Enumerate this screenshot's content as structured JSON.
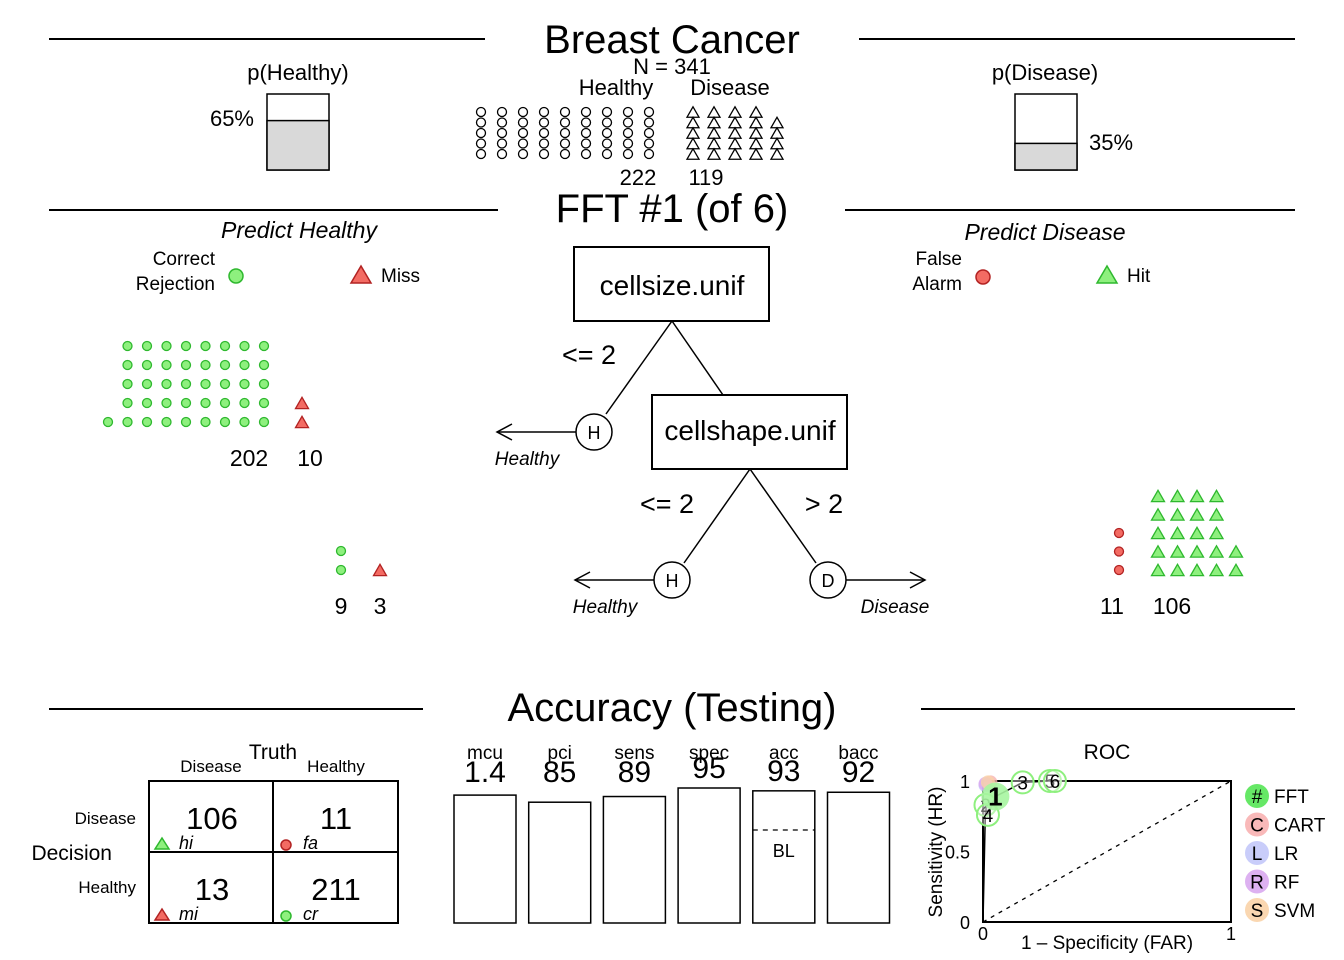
{
  "title": "Breast Cancer",
  "population": {
    "n_label": "N = 341",
    "healthy_label": "Healthy",
    "disease_label": "Disease",
    "healthy_count": "222",
    "disease_count": "119",
    "healthy_icons": 45,
    "disease_icons": 24
  },
  "p_healthy": {
    "label": "p(Healthy)",
    "value_label": "65%",
    "fraction": 0.65
  },
  "p_disease": {
    "label": "p(Disease)",
    "value_label": "35%",
    "fraction": 0.35
  },
  "tree": {
    "title": "FFT #1 (of 6)",
    "nodes": [
      {
        "cue": "cellsize.unif",
        "left_threshold": "<= 2",
        "exit_symbol": "H",
        "exit_label": "Healthy"
      },
      {
        "cue": "cellshape.unif",
        "left_threshold": "<= 2",
        "right_threshold": "> 2",
        "exit_symbol": "H",
        "exit_label": "Healthy",
        "right_symbol": "D",
        "right_label": "Disease"
      }
    ]
  },
  "predict_healthy": {
    "title": "Predict Healthy",
    "legend_cr": "Correct\nRejection",
    "legend_cr_line1": "Correct",
    "legend_cr_line2": "Rejection",
    "legend_miss": "Miss",
    "level1": {
      "cr_count": "202",
      "miss_count": "10",
      "cr_icons": 41,
      "miss_icons": 2
    },
    "level2": {
      "cr_count": "9",
      "miss_count": "3",
      "cr_icons": 2,
      "miss_icons": 1
    }
  },
  "predict_disease": {
    "title": "Predict Disease",
    "legend_fa_line1": "False",
    "legend_fa_line2": "Alarm",
    "legend_hit": "Hit",
    "fa_count": "11",
    "hit_count": "106",
    "fa_icons": 3,
    "hit_icons": 22
  },
  "accuracy": {
    "title": "Accuracy (Testing)",
    "confusion": {
      "truth_label": "Truth",
      "decision_label": "Decision",
      "col_disease": "Disease",
      "col_healthy": "Healthy",
      "row_disease": "Disease",
      "row_healthy": "Healthy",
      "hi": "106",
      "hi_label": "hi",
      "fa": "11",
      "fa_label": "fa",
      "mi": "13",
      "mi_label": "mi",
      "cr": "211",
      "cr_label": "cr"
    },
    "bars": [
      {
        "name": "mcu",
        "value_label": "1.4",
        "level": 0.9
      },
      {
        "name": "pci",
        "value_label": "85",
        "level": 0.85
      },
      {
        "name": "sens",
        "value_label": "89",
        "level": 0.89
      },
      {
        "name": "spec",
        "value_label": "95",
        "level": 0.95
      },
      {
        "name": "acc",
        "value_label": "93",
        "level": 0.93,
        "baseline": 0.65,
        "baseline_label": "BL"
      },
      {
        "name": "bacc",
        "value_label": "92",
        "level": 0.92
      }
    ]
  },
  "colors": {
    "green_fill": "#8EF07E",
    "green_stroke": "#2EB82E",
    "red_fill": "#F36B63",
    "red_stroke": "#B22222",
    "grey_fill": "#D9D9D9"
  },
  "chart_data": {
    "type": "scatter",
    "title": "ROC",
    "xlabel": "1 – Specificity (FAR)",
    "ylabel": "Sensitivity (HR)",
    "xlim": [
      0,
      1
    ],
    "ylim": [
      0,
      1
    ],
    "x_ticks": [
      "0",
      "1"
    ],
    "y_ticks": [
      "0",
      "0.5",
      "1"
    ],
    "legend_position": "right",
    "legend": [
      {
        "symbol": "#",
        "name": "FFT",
        "color": "#55E655"
      },
      {
        "symbol": "C",
        "name": "CART",
        "color": "#F8B1B1"
      },
      {
        "symbol": "L",
        "name": "LR",
        "color": "#C3C8FA"
      },
      {
        "symbol": "R",
        "name": "RF",
        "color": "#D9A8F0"
      },
      {
        "symbol": "S",
        "name": "SVM",
        "color": "#FAD3A8"
      }
    ],
    "series": [
      {
        "name": "FFT",
        "points": [
          {
            "label": "1",
            "x": 0.05,
            "y": 0.89
          },
          {
            "label": "2",
            "x": 0.01,
            "y": 0.83
          },
          {
            "label": "3",
            "x": 0.16,
            "y": 0.99
          },
          {
            "label": "4",
            "x": 0.02,
            "y": 0.76
          },
          {
            "label": "5",
            "x": 0.27,
            "y": 1.0
          },
          {
            "label": "6",
            "x": 0.29,
            "y": 1.0
          }
        ]
      },
      {
        "name": "CART",
        "points": [
          {
            "label": "C",
            "x": 0.03,
            "y": 0.99
          }
        ]
      },
      {
        "name": "LR",
        "points": [
          {
            "label": "L",
            "x": 0.01,
            "y": 0.97
          }
        ]
      },
      {
        "name": "RF",
        "points": [
          {
            "label": "R",
            "x": 0.01,
            "y": 0.98
          }
        ]
      },
      {
        "name": "SVM",
        "points": [
          {
            "label": "S",
            "x": 0.02,
            "y": 0.99
          }
        ]
      }
    ]
  }
}
